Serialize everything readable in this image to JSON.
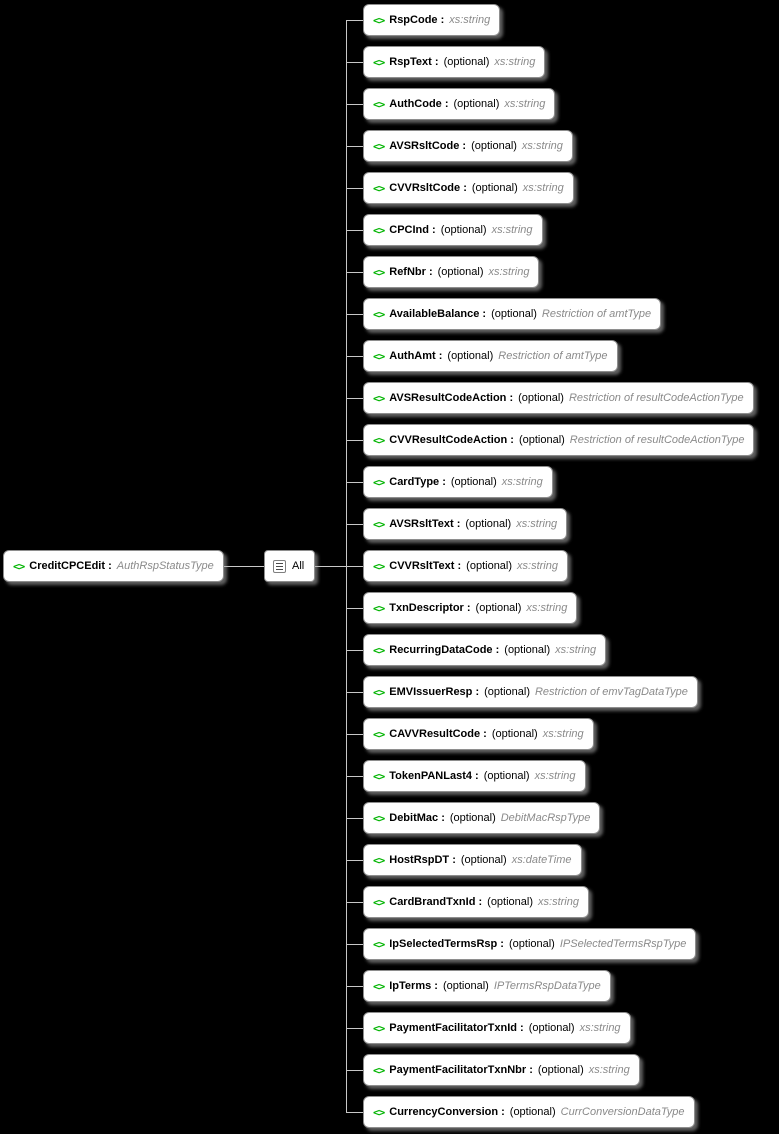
{
  "diagram": {
    "icons": {
      "element_glyph": "<>"
    },
    "colors": {
      "background": "#000000",
      "element_icon_green": "#00b400",
      "type_text_gray": "#8a8a8a",
      "connector_gray": "#c8c8c8",
      "node_background": "#ffffff"
    },
    "root": {
      "label": "CreditCPCEdit :",
      "type": "AuthRspStatusType"
    },
    "compositor": {
      "label": "All"
    },
    "elements": [
      {
        "label": "RspCode :",
        "qualifier": "",
        "type": "xs:string"
      },
      {
        "label": "RspText :",
        "qualifier": "(optional)",
        "type": "xs:string"
      },
      {
        "label": "AuthCode :",
        "qualifier": "(optional)",
        "type": "xs:string"
      },
      {
        "label": "AVSRsltCode :",
        "qualifier": "(optional)",
        "type": "xs:string"
      },
      {
        "label": "CVVRsltCode :",
        "qualifier": "(optional)",
        "type": "xs:string"
      },
      {
        "label": "CPCInd :",
        "qualifier": "(optional)",
        "type": "xs:string"
      },
      {
        "label": "RefNbr :",
        "qualifier": "(optional)",
        "type": "xs:string"
      },
      {
        "label": "AvailableBalance :",
        "qualifier": "(optional)",
        "type": "Restriction of amtType"
      },
      {
        "label": "AuthAmt :",
        "qualifier": "(optional)",
        "type": "Restriction of amtType"
      },
      {
        "label": "AVSResultCodeAction :",
        "qualifier": "(optional)",
        "type": "Restriction of resultCodeActionType"
      },
      {
        "label": "CVVResultCodeAction :",
        "qualifier": "(optional)",
        "type": "Restriction of resultCodeActionType"
      },
      {
        "label": "CardType :",
        "qualifier": "(optional)",
        "type": "xs:string"
      },
      {
        "label": "AVSRsltText :",
        "qualifier": "(optional)",
        "type": "xs:string"
      },
      {
        "label": "CVVRsltText :",
        "qualifier": "(optional)",
        "type": "xs:string"
      },
      {
        "label": "TxnDescriptor :",
        "qualifier": "(optional)",
        "type": "xs:string"
      },
      {
        "label": "RecurringDataCode :",
        "qualifier": "(optional)",
        "type": "xs:string"
      },
      {
        "label": "EMVIssuerResp :",
        "qualifier": "(optional)",
        "type": "Restriction of emvTagDataType"
      },
      {
        "label": "CAVVResultCode :",
        "qualifier": "(optional)",
        "type": "xs:string"
      },
      {
        "label": "TokenPANLast4 :",
        "qualifier": "(optional)",
        "type": "xs:string"
      },
      {
        "label": "DebitMac :",
        "qualifier": "(optional)",
        "type": "DebitMacRspType"
      },
      {
        "label": "HostRspDT :",
        "qualifier": "(optional)",
        "type": "xs:dateTime"
      },
      {
        "label": "CardBrandTxnId :",
        "qualifier": "(optional)",
        "type": "xs:string"
      },
      {
        "label": "IpSelectedTermsRsp :",
        "qualifier": "(optional)",
        "type": "IPSelectedTermsRspType"
      },
      {
        "label": "IpTerms :",
        "qualifier": "(optional)",
        "type": "IPTermsRspDataType"
      },
      {
        "label": "PaymentFacilitatorTxnId :",
        "qualifier": "(optional)",
        "type": "xs:string"
      },
      {
        "label": "PaymentFacilitatorTxnNbr :",
        "qualifier": "(optional)",
        "type": "xs:string"
      },
      {
        "label": "CurrencyConversion :",
        "qualifier": "(optional)",
        "type": "CurrConversionDataType"
      }
    ]
  }
}
